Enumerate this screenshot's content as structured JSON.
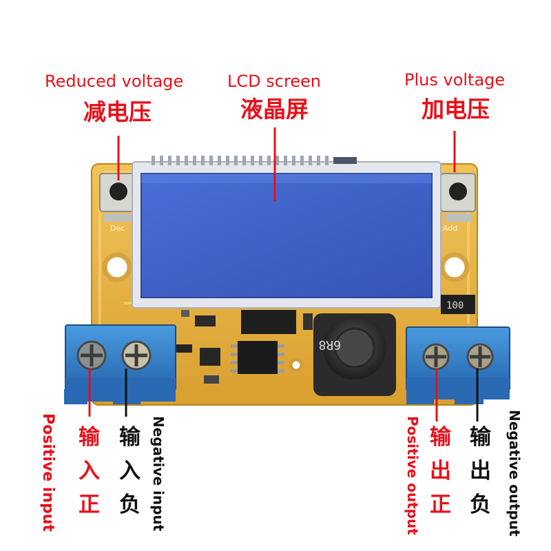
{
  "colors": {
    "callout_red": "#e8101a",
    "callout_black": "#111111",
    "pcb": "#e9b344",
    "lcd": "#3f63c8",
    "terminal_blue": "#2f7fc7"
  },
  "board": {
    "inductor_marking": "6R8",
    "left_button_marking": "Dec",
    "right_button_marking": "Add",
    "component_marking": "100"
  },
  "callouts": {
    "reduce": {
      "en": "Reduced voltage",
      "zh": "减电压"
    },
    "lcd": {
      "en": "LCD screen",
      "zh": "液晶屏"
    },
    "plus": {
      "en": "Plus voltage",
      "zh": "加电压"
    },
    "pos_in": {
      "en": "Positive input",
      "zh": [
        "输",
        "入",
        "正"
      ]
    },
    "neg_in": {
      "en": "Negative input",
      "zh": [
        "输",
        "入",
        "负"
      ]
    },
    "pos_out": {
      "en": "Positive output",
      "zh": [
        "输",
        "出",
        "正"
      ]
    },
    "neg_out": {
      "en": "Negative output",
      "zh": [
        "输",
        "出",
        "负"
      ]
    }
  }
}
